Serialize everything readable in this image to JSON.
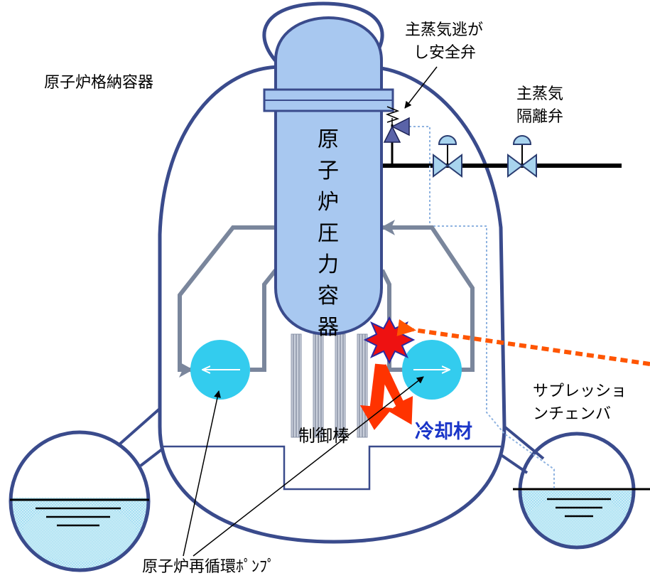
{
  "labels": {
    "containment": "原子炉格納容器",
    "msrv_line1": "主蒸気逃が",
    "msrv_line2": "し安全弁",
    "msiv_line1": "主蒸気",
    "msiv_line2": "隔離弁",
    "rpv": "原子炉圧力容器",
    "control_rods": "制御棒",
    "coolant": "冷却材",
    "suppression_line1": "サプレッショ",
    "suppression_line2": "ンチェンバ",
    "recirc_pump": "原子炉再循環ﾎﾟﾝﾌﾟ"
  },
  "colors": {
    "outline": "#3a4b8c",
    "vessel_fill": "#a8c8f0",
    "pipe": "#7a869c",
    "pump": "#33ccee",
    "water": "#bfe8f5",
    "break_arrow": "#ff5500",
    "coolant_arrow": "#ff3300",
    "burst": "#ee1111",
    "coolant_text": "#1a35c8"
  },
  "icons": [
    "pump-icon",
    "valve-icon",
    "relief-valve-icon",
    "burst-icon"
  ]
}
